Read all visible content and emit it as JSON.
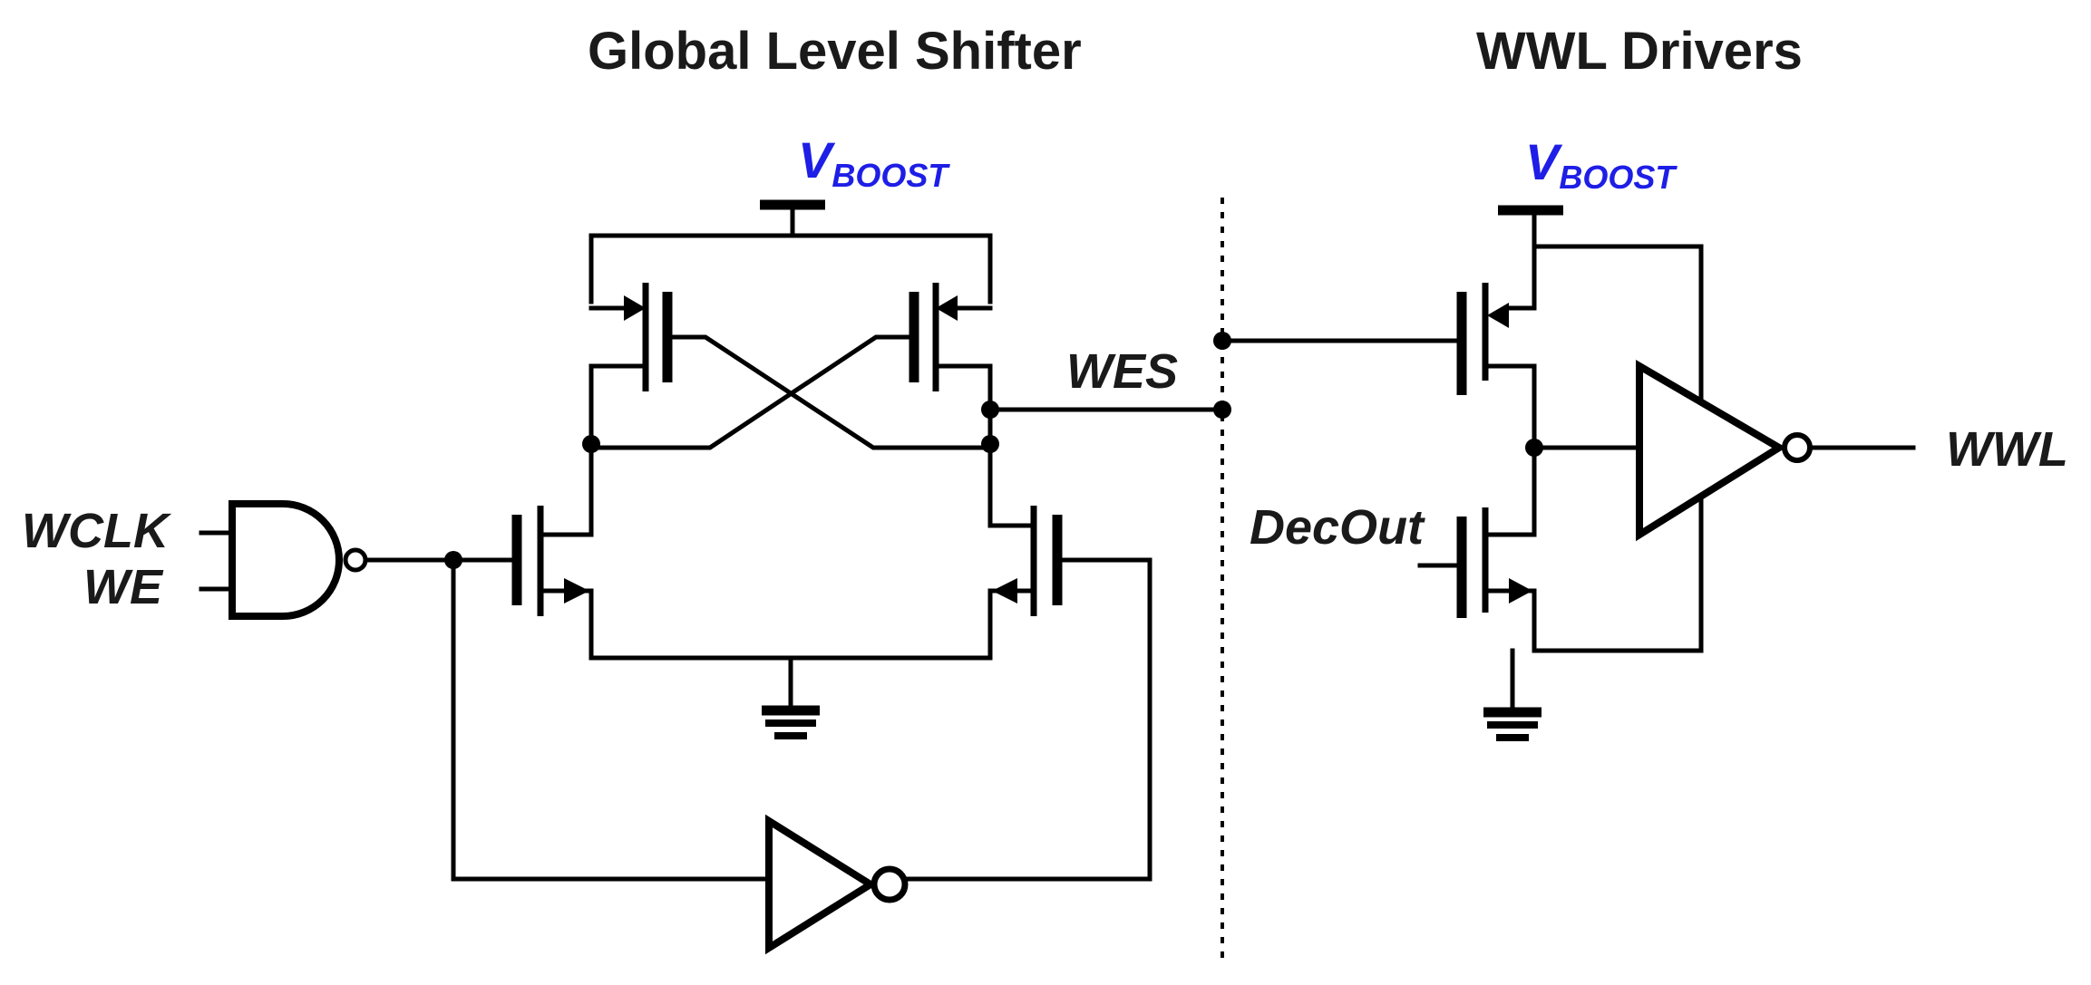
{
  "titles": {
    "global_level_shifter": "Global Level Shifter",
    "wwl_drivers": "WWL Drivers"
  },
  "labels": {
    "wclk": "WCLK",
    "we": "WE",
    "wes": "WES",
    "decout": "DecOut",
    "wwl": "WWL"
  },
  "supply": {
    "main": "V",
    "subscript": "BOOST",
    "color": "#1e1ee6"
  },
  "symbols": {
    "ground": "ground-icon",
    "supply": "supply-rail-icon"
  }
}
